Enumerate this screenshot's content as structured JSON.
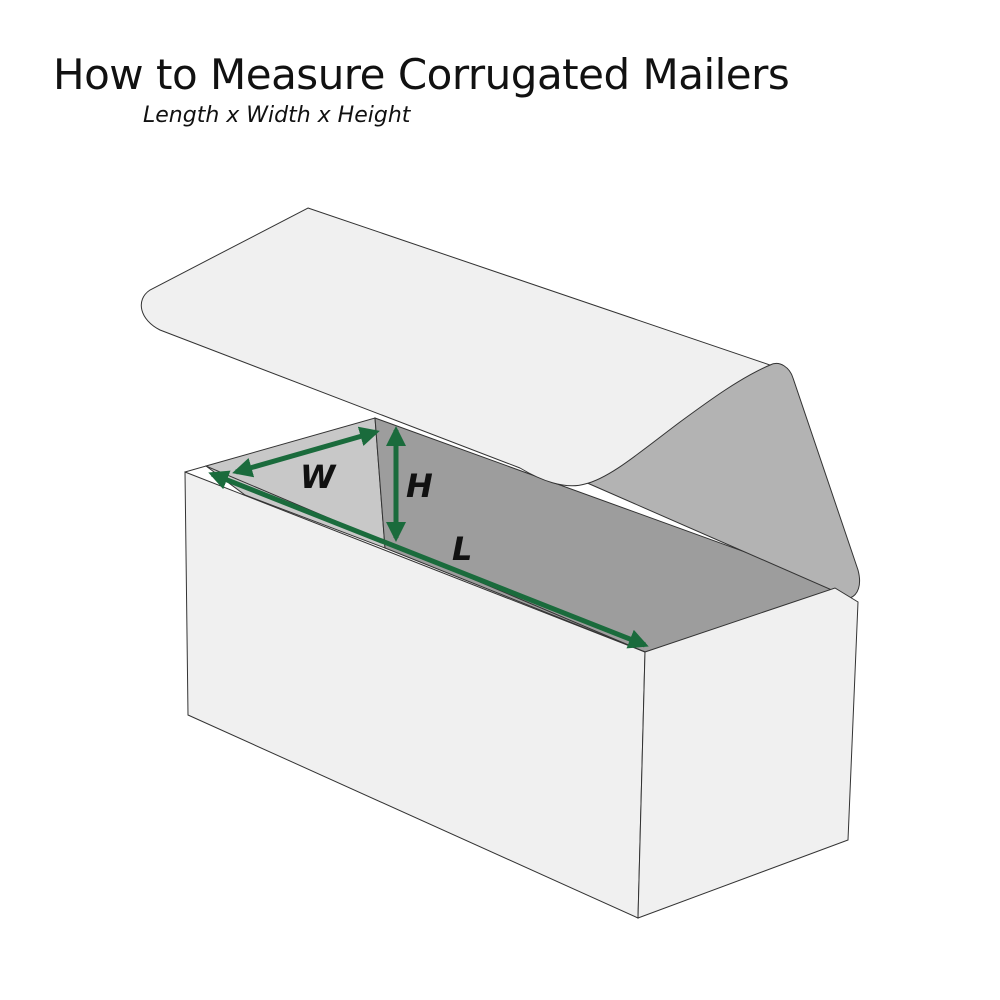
{
  "title": "How to Measure Corrugated Mailers",
  "subtitle": "Length x Width x Height",
  "dimensions": {
    "width_label": "W",
    "height_label": "H",
    "length_label": "L"
  },
  "colors": {
    "arrow": "#1a6b3c",
    "box_face": "#f0f0f0",
    "inner_light": "#c8c8c8",
    "inner_dark": "#9d9d9d",
    "flap_side": "#b3b3b3",
    "outline": "#333333"
  }
}
